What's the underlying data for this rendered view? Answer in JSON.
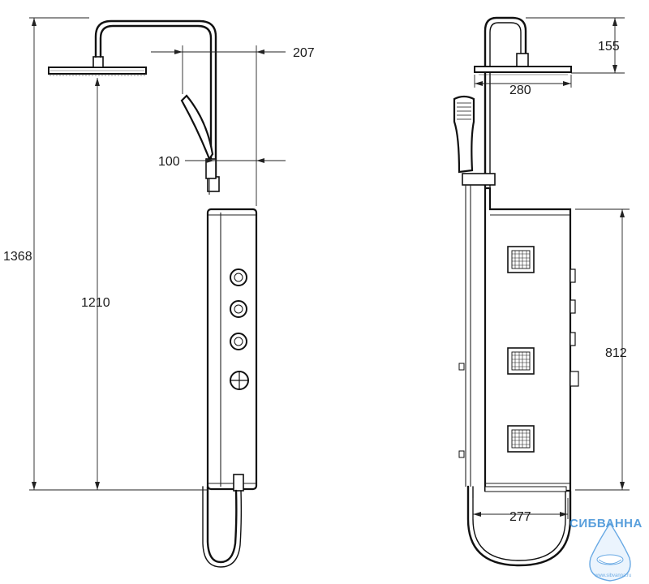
{
  "dimensions": {
    "total_height": "1368",
    "head_height": "1210",
    "arm_projection": "207",
    "handset_offset": "100",
    "arm_drop": "155",
    "head_width": "280",
    "panel_height": "812",
    "panel_width": "277"
  },
  "watermark": {
    "brand": "СИБВАННА",
    "url": "www.sibvanna.ru",
    "color": "#3d8fd6"
  },
  "colors": {
    "line": "#111111",
    "background": "#ffffff"
  }
}
